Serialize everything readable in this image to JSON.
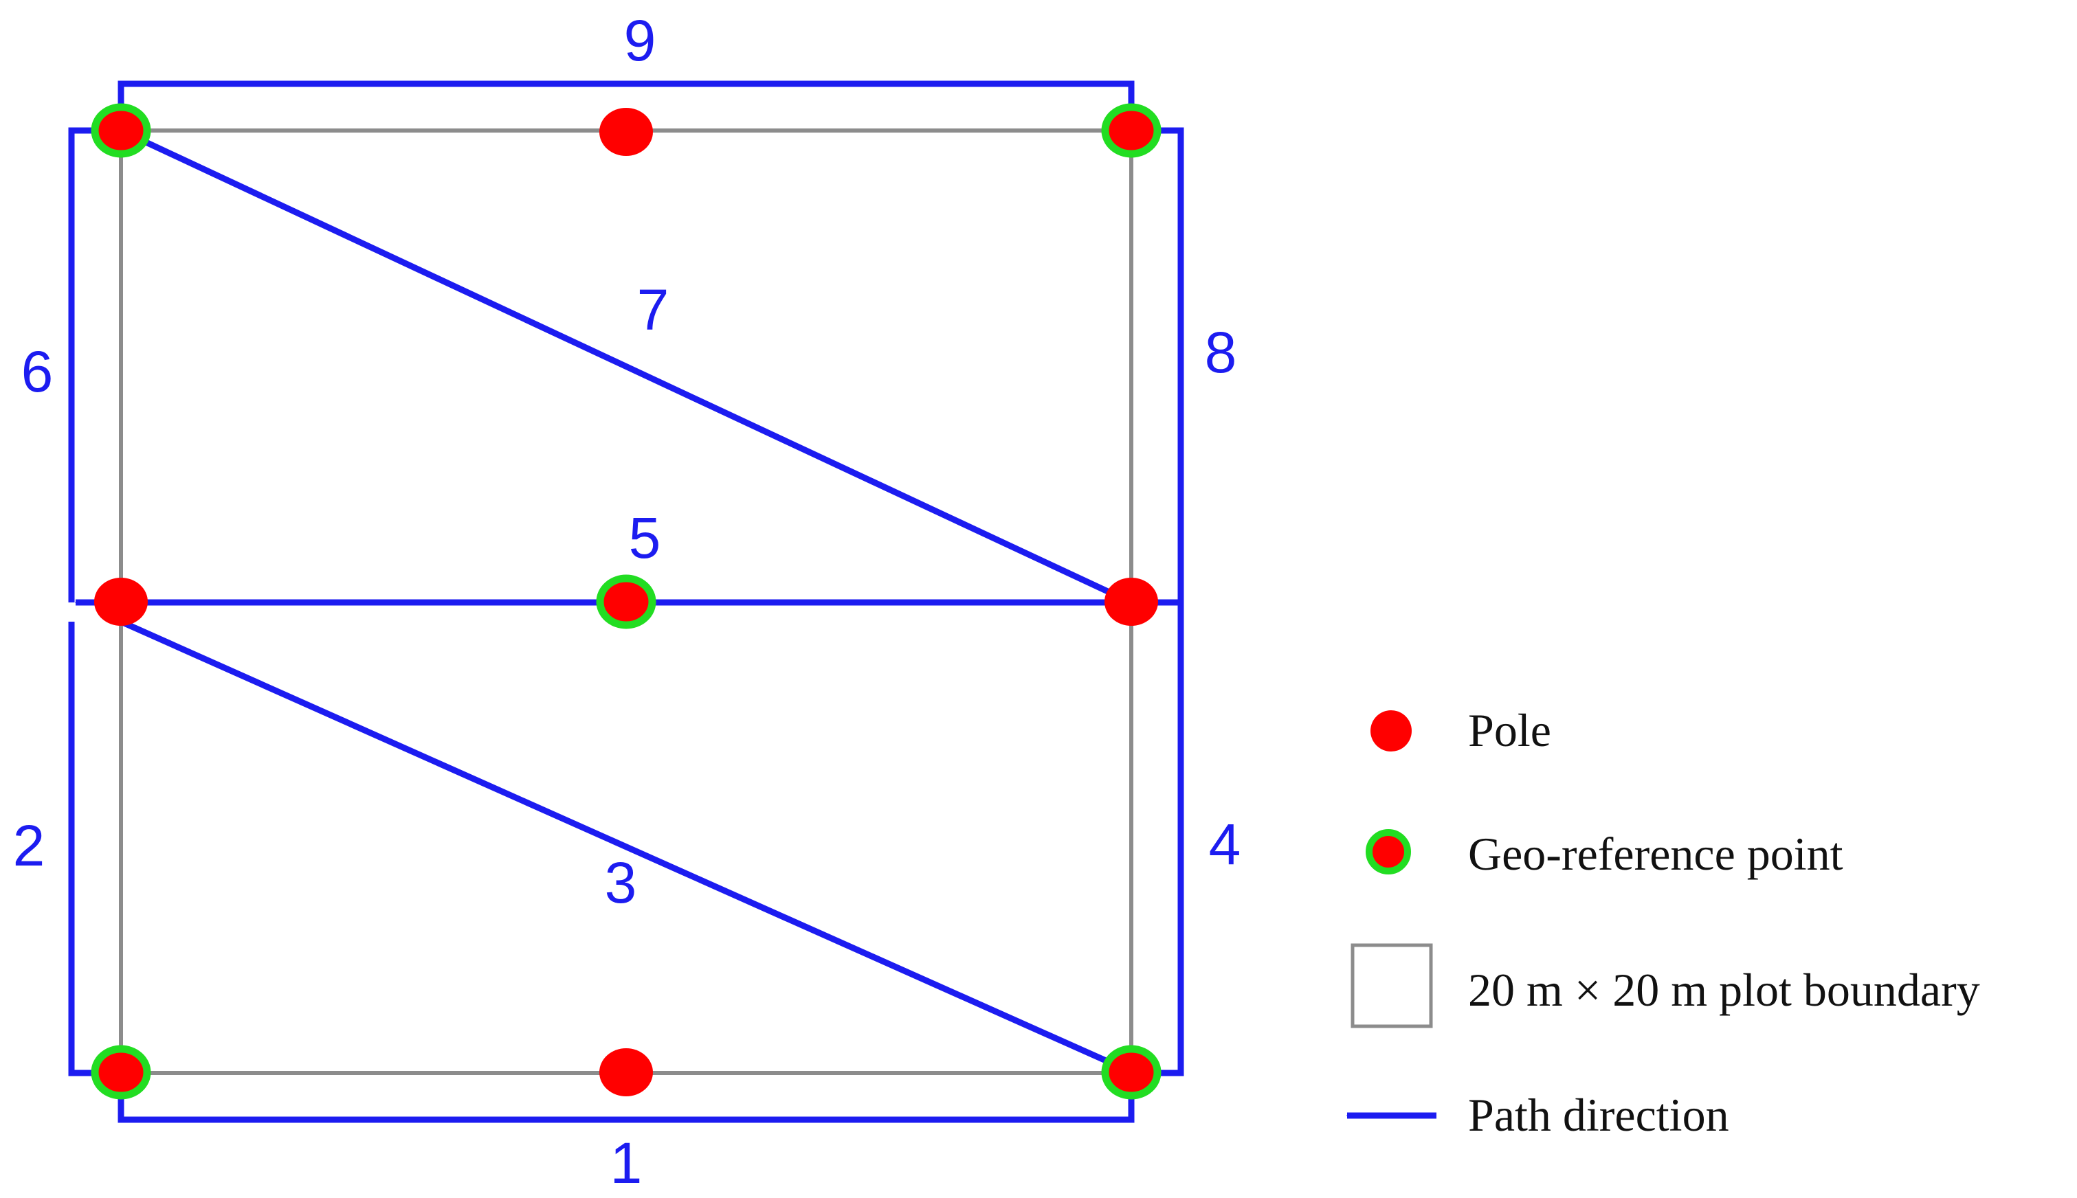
{
  "colors": {
    "path": "#1c1cf0",
    "pole": "#ff0000",
    "georef_ring": "#22dd22",
    "boundary": "#8c8c8c",
    "text": "#111111"
  },
  "path_numbers": {
    "p1": "1",
    "p2": "2",
    "p3": "3",
    "p4": "4",
    "p5": "5",
    "p6": "6",
    "p7": "7",
    "p8": "8",
    "p9": "9"
  },
  "legend": {
    "pole": "Pole",
    "georef": "Geo-reference point",
    "boundary": "20 m × 20 m plot boundary",
    "path": "Path direction"
  }
}
